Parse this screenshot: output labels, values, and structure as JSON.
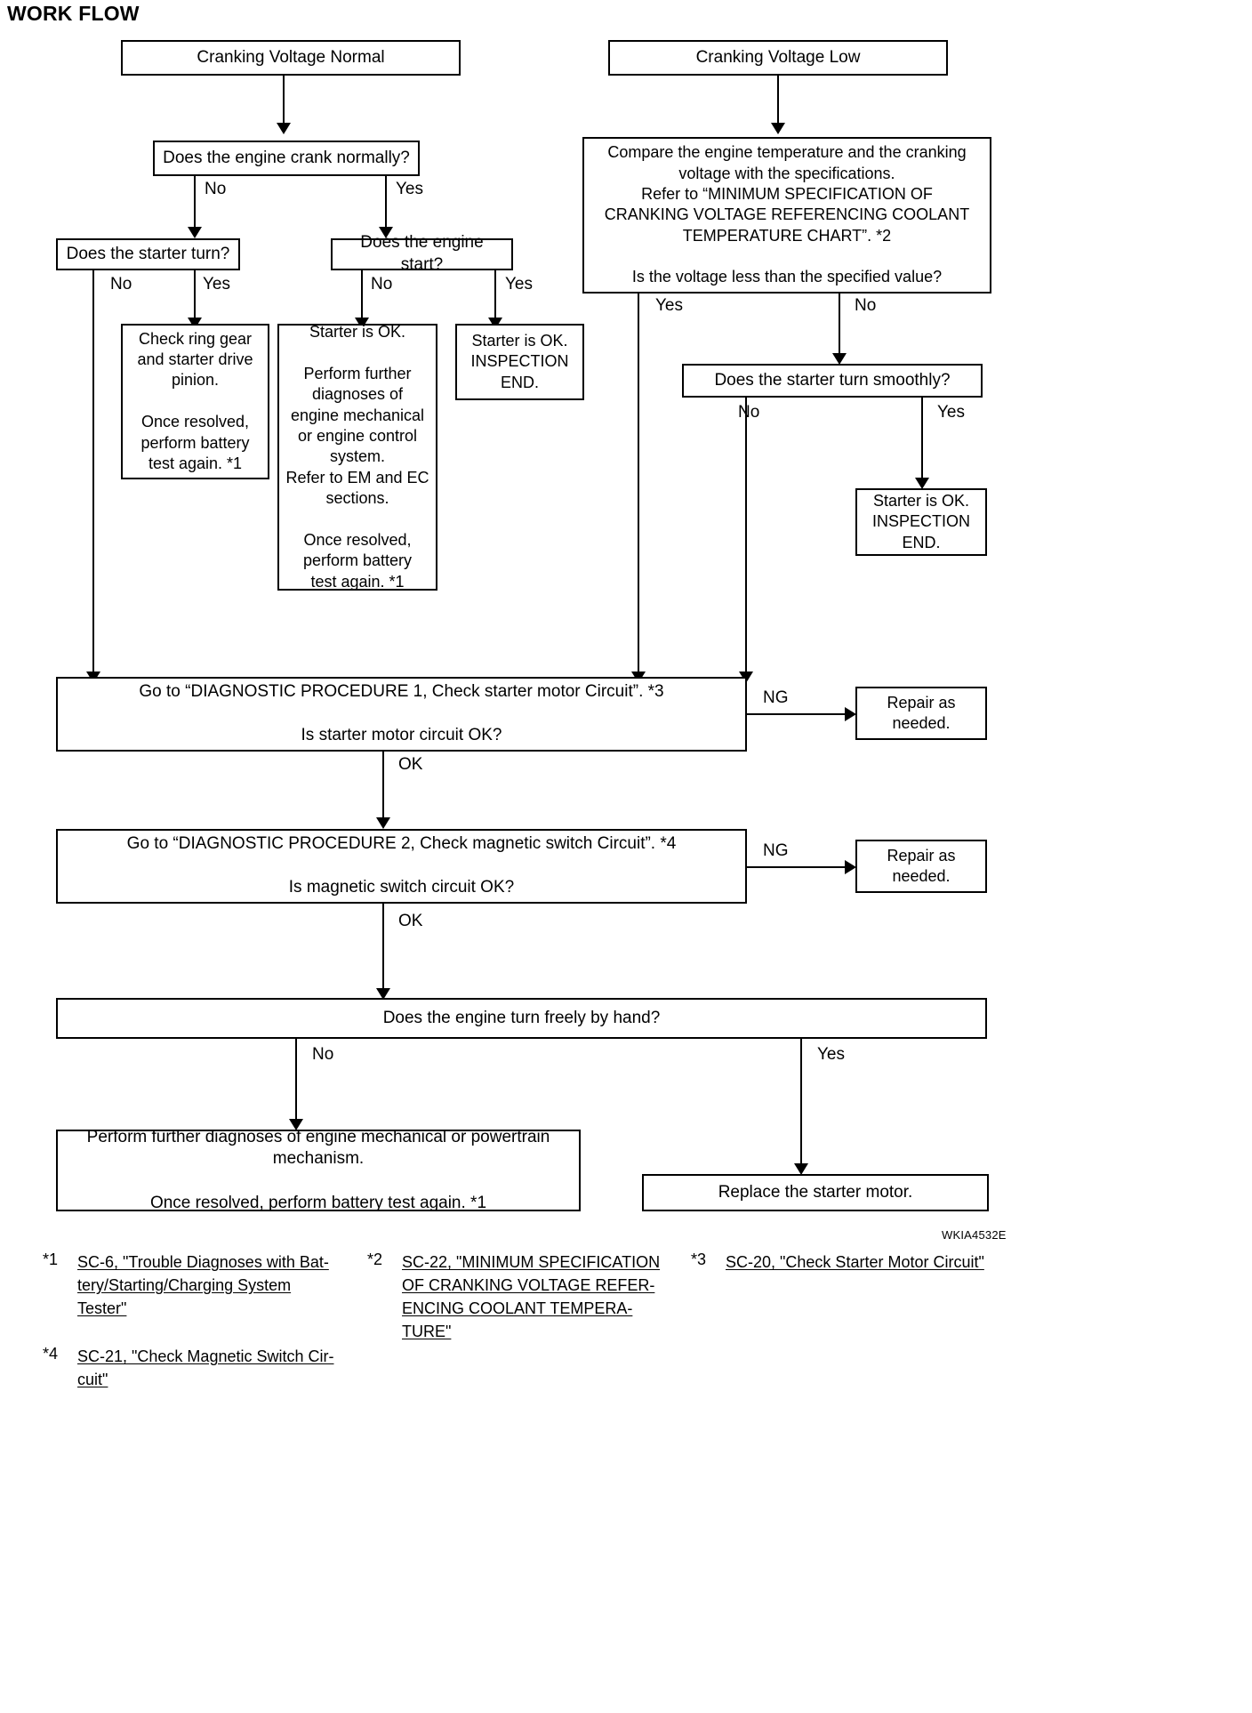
{
  "page": {
    "title": "WORK FLOW",
    "figure_code": "WKIA4532E"
  },
  "nodes": {
    "cranking_voltage_normal": "Cranking Voltage Normal",
    "cranking_voltage_low": "Cranking Voltage Low",
    "engine_crank_normally": "Does the engine crank normally?",
    "compare_temp": "Compare the engine temperature and the cranking\nvoltage with the specifications.\nRefer to “MINIMUM SPECIFICATION OF\nCRANKING VOLTAGE REFERENCING COOLANT\nTEMPERATURE CHART”. *2\n\nIs the voltage less than the specified value?",
    "starter_turn": "Does the starter turn?",
    "engine_start": "Does the engine start?",
    "check_ring_gear": "Check ring gear\nand starter drive\npinion.\n\nOnce resolved,\nperform battery\ntest again. *1",
    "starter_ok_further": "Starter is OK.\n\nPerform further\ndiagnoses of\nengine mechanical\nor engine control\nsystem.\nRefer to EM and EC\nsections.\n\nOnce resolved,\nperform battery\ntest again. *1",
    "starter_ok_end_left": "Starter is OK.\nINSPECTION\nEND.",
    "starter_turn_smoothly": "Does the starter turn smoothly?",
    "starter_ok_end_right": "Starter is OK.\nINSPECTION\nEND.",
    "diag_proc_1": "Go to “DIAGNOSTIC PROCEDURE 1, Check starter motor Circuit”. *3\n\nIs starter motor circuit OK?",
    "repair_as_needed_1": "Repair as\nneeded.",
    "diag_proc_2": "Go to “DIAGNOSTIC PROCEDURE 2, Check magnetic switch Circuit”. *4\n\nIs magnetic switch circuit OK?",
    "repair_as_needed_2": "Repair as\nneeded.",
    "engine_turn_freely": "Does the engine turn freely by hand?",
    "perform_further_powertrain": "Perform further diagnoses of engine mechanical or powertrain\nmechanism.\n\nOnce resolved, perform battery test again. *1",
    "replace_starter_motor": "Replace the starter motor."
  },
  "edge_labels": {
    "crank_no": "No",
    "crank_yes": "Yes",
    "starter_turn_no": "No",
    "starter_turn_yes": "Yes",
    "engine_start_no": "No",
    "engine_start_yes": "Yes",
    "voltage_yes": "Yes",
    "voltage_no": "No",
    "smooth_no": "No",
    "smooth_yes": "Yes",
    "proc1_ng": "NG",
    "proc1_ok": "OK",
    "proc2_ng": "NG",
    "proc2_ok": "OK",
    "turn_freely_no": "No",
    "turn_freely_yes": "Yes"
  },
  "footnotes": [
    {
      "num": "*1",
      "text": "SC-6, \"Trouble Diagnoses with Bat-\ntery/Starting/Charging System\nTester\""
    },
    {
      "num": "*2",
      "text": "SC-22, \"MINIMUM SPECIFICATION\nOF CRANKING VOLTAGE REFER-\nENCING COOLANT TEMPERA-\nTURE\""
    },
    {
      "num": "*3",
      "text": "SC-20, \"Check Starter Motor Circuit\""
    },
    {
      "num": "*4",
      "text": "SC-21, \"Check Magnetic Switch Cir-\ncuit\""
    }
  ]
}
